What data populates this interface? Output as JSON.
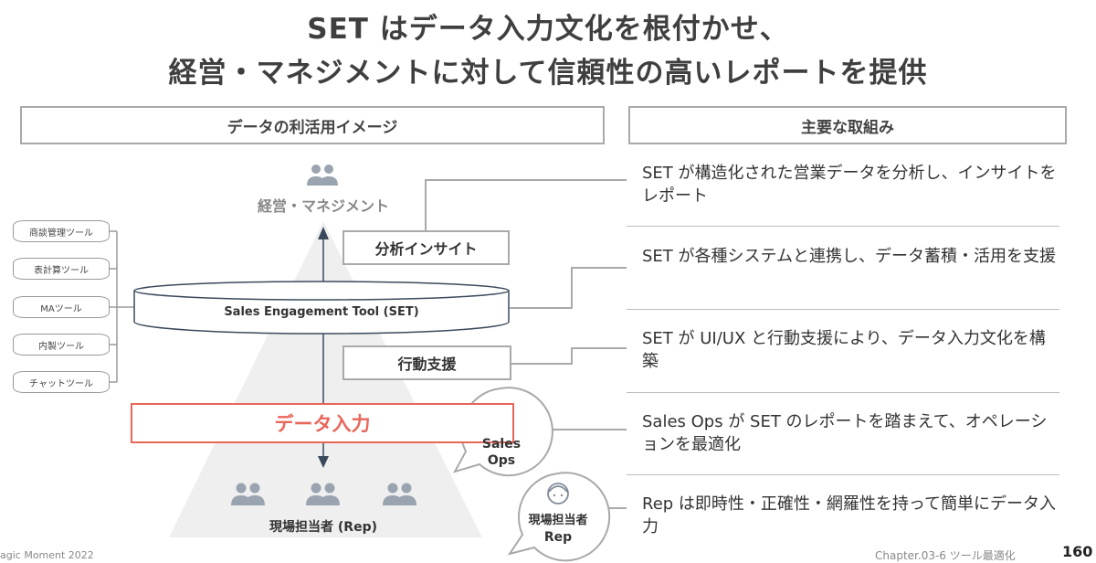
{
  "title": {
    "line1": "SET はデータ入力文化を根付かせ、",
    "line2": "経営・マネジメントに対して信頼性の高いレポートを提供"
  },
  "left_header": "データの利活用イメージ",
  "right_header": "主要な取組み",
  "diagram": {
    "management_label": "経営・マネジメント",
    "analysis_box": "分析インサイト",
    "set_label": "Sales Engagement Tool (SET)",
    "action_box": "行動支援",
    "data_entry": "データ入力",
    "rep_label": "現場担当者 (Rep)",
    "tools": [
      "商談管理ツール",
      "表計算ツール",
      "MAツール",
      "内製ツール",
      "チャットツール"
    ],
    "sales_ops_line1": "Sales",
    "sales_ops_line2": "Ops",
    "rep_circle_line1": "現場担当者",
    "rep_circle_line2": "Rep"
  },
  "initiatives": [
    "SET が構造化された営業データを分析し、インサイトをレポート",
    "SET が各種システムと連携し、データ蓄積・活用を支援",
    "SET が UI/UX と行動支援により、データ入力文化を構築",
    "Sales Ops が SET のレポートを踏まえて、オペレーションを最適化",
    "Rep は即時性・正確性・網羅性を持って簡単にデータ入力"
  ],
  "footer": {
    "left": "agic Moment 2022",
    "center": "Chapter.03-6 ツール最適化",
    "page": "160"
  },
  "colors": {
    "accent": "#e8665a",
    "border": "#a9a9a9",
    "icon": "#9aa3b0",
    "pyramid": "#efefef",
    "arrow": "#3a4a5c"
  }
}
